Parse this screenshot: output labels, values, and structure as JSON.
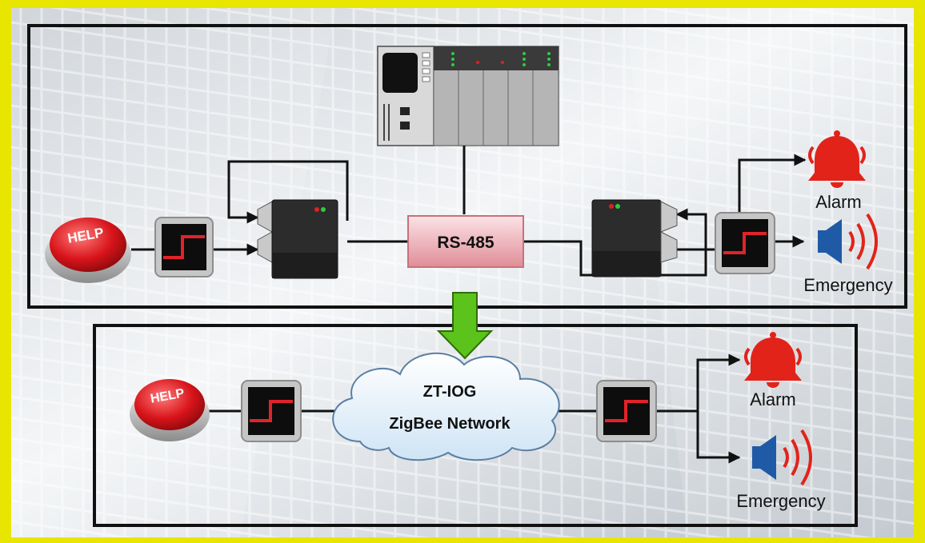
{
  "top_system": {
    "help_button": "HELP",
    "bus_label": "RS-485",
    "alarm_label": "Alarm",
    "emergency_label": "Emergency"
  },
  "bottom_system": {
    "help_button": "HELP",
    "network_line1": "ZT-IOG",
    "network_line2": "ZigBee Network",
    "alarm_label": "Alarm",
    "emergency_label": "Emergency"
  },
  "colors": {
    "frame": "#e8e600",
    "panel_border": "#111111",
    "flow_arrow": "#5cc21c",
    "alarm_red": "#e2231a",
    "speaker_blue": "#1f5aa6"
  }
}
